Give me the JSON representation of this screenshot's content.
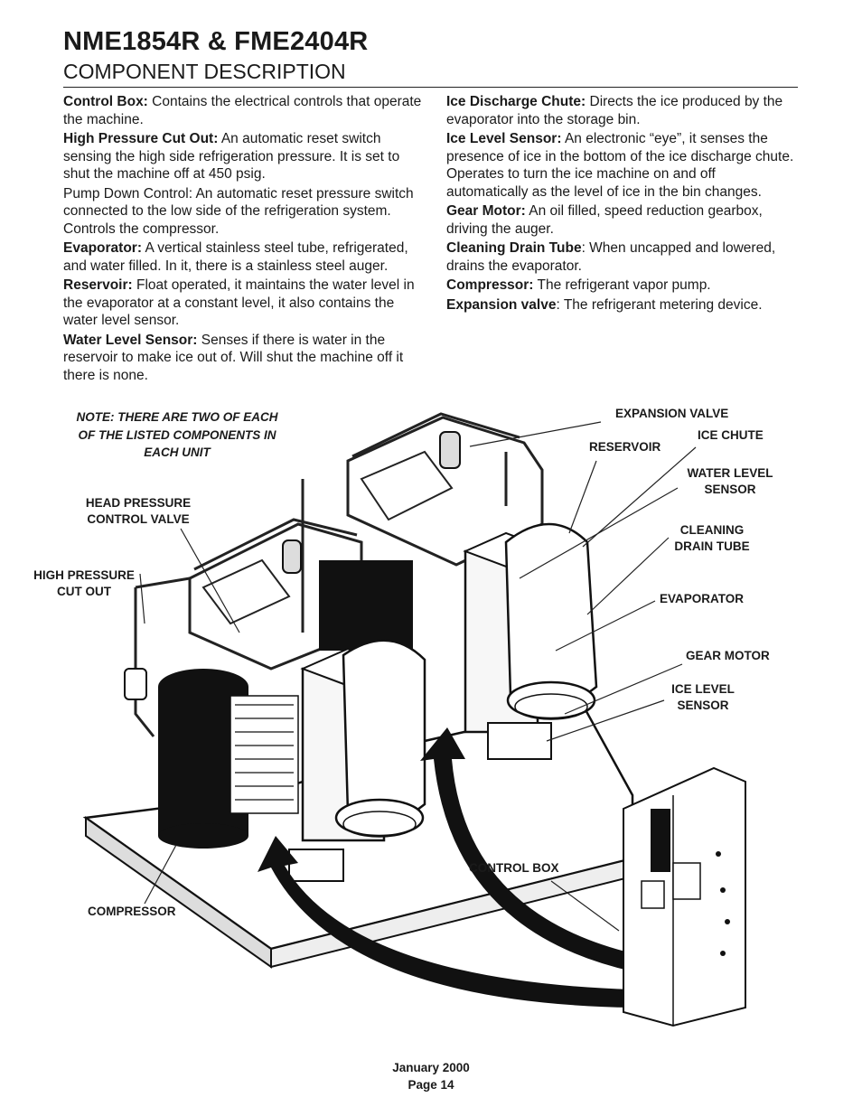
{
  "header": {
    "title": "NME1854R & FME2404R",
    "subtitle": "COMPONENT DESCRIPTION"
  },
  "left_column": [
    {
      "term": "Control Box:",
      "text": "  Contains the electrical controls that operate the machine."
    },
    {
      "term": "High Pressure Cut Out:",
      "text": "  An automatic reset switch sensing the high side refrigeration pressure. It is set to shut the machine off at 450 psig."
    },
    {
      "term": "",
      "text": "Pump Down Control: An automatic reset pressure switch connected to the low side of the refrigeration system. Controls the compressor."
    },
    {
      "term": "Evaporator:",
      "text": "  A vertical stainless steel tube, refrigerated, and water filled.  In it, there is a stainless steel auger."
    },
    {
      "term": "Reservoir:",
      "text": "  Float operated, it maintains the water level in the evaporator at a constant level,  it also contains the water level sensor."
    },
    {
      "term": "Water Level Sensor:",
      "text": " Senses if there is water in the reservoir to make ice out of.  Will shut the machine off it there is none."
    }
  ],
  "right_column": [
    {
      "term": "Ice Discharge Chute:",
      "text": "  Directs the ice produced by the evaporator into the storage bin."
    },
    {
      "term": "Ice Level Sensor:",
      "text": "  An electronic “eye”, it senses the presence of ice in the bottom of the ice discharge chute.  Operates to turn the ice machine on and off automatically as the level of ice in the bin changes."
    },
    {
      "term": "Gear Motor:",
      "text": "  An oil filled, speed reduction gearbox, driving the auger."
    },
    {
      "term": "Cleaning Drain Tube",
      "text": ":  When uncapped and lowered, drains the evaporator."
    },
    {
      "term": "Compressor:",
      "text": "  The refrigerant vapor pump."
    },
    {
      "term": "Expansion valve",
      "text": ":  The refrigerant metering device."
    }
  ],
  "note": "NOTE: THERE ARE TWO OF EACH OF THE LISTED COMPONENTS IN EACH UNIT",
  "labels": {
    "expansion_valve": "EXPANSION VALVE",
    "reservoir": "RESERVOIR",
    "ice_chute": "ICE CHUTE",
    "water_level_sensor_1": "WATER LEVEL",
    "water_level_sensor_2": "SENSOR",
    "cleaning_drain_tube_1": "CLEANING",
    "cleaning_drain_tube_2": "DRAIN TUBE",
    "evaporator": "EVAPORATOR",
    "gear_motor": "GEAR MOTOR",
    "ice_level_sensor_1": "ICE LEVEL",
    "ice_level_sensor_2": "SENSOR",
    "head_pressure_1": "HEAD PRESSURE",
    "head_pressure_2": "CONTROL VALVE",
    "high_pressure_1": "HIGH PRESSURE",
    "high_pressure_2": "CUT OUT",
    "control_box": "CONTROL BOX",
    "compressor": "COMPRESSOR"
  },
  "footer": {
    "date": "January 2000",
    "page": "Page 14"
  }
}
